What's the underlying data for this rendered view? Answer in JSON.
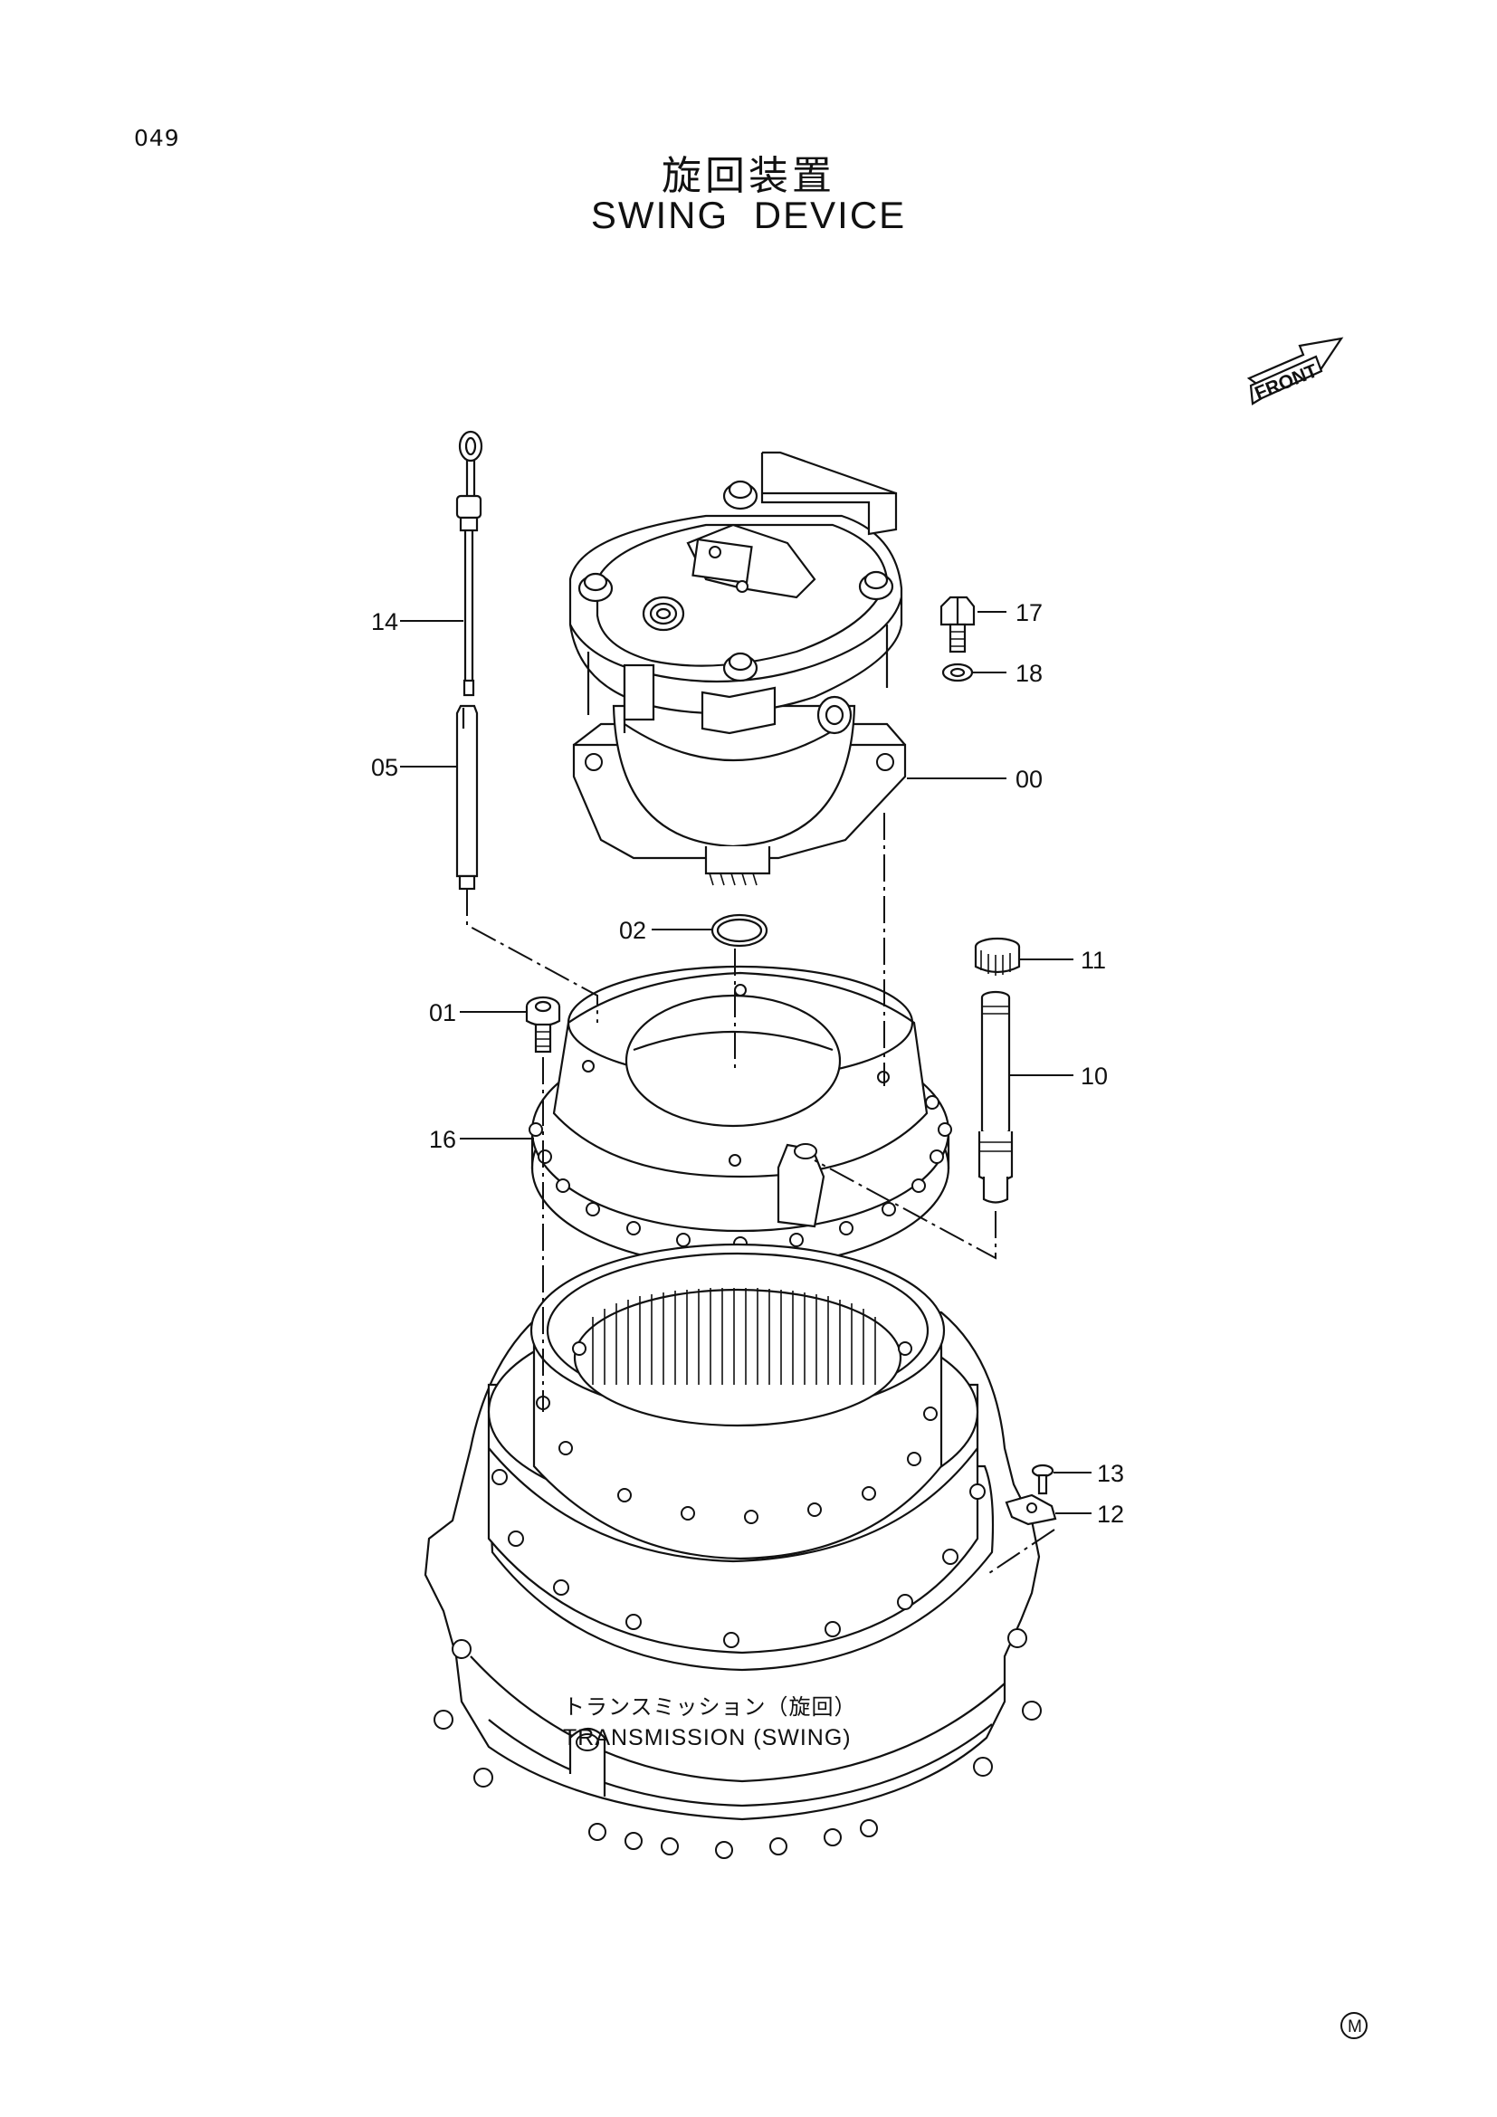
{
  "page": {
    "number": "049"
  },
  "title": {
    "japanese": "旋回装置",
    "english": "SWING DEVICE"
  },
  "front_indicator": {
    "label": "FRONT"
  },
  "transmission_label": {
    "japanese": "トランスミッション（旋回）",
    "english": "TRANSMISSION (SWING)"
  },
  "callouts": [
    {
      "id": "14",
      "label": "14"
    },
    {
      "id": "05",
      "label": "05"
    },
    {
      "id": "17",
      "label": "17"
    },
    {
      "id": "18",
      "label": "18"
    },
    {
      "id": "00",
      "label": "00"
    },
    {
      "id": "02",
      "label": "02"
    },
    {
      "id": "11",
      "label": "11"
    },
    {
      "id": "01",
      "label": "01"
    },
    {
      "id": "10",
      "label": "10"
    },
    {
      "id": "16",
      "label": "16"
    },
    {
      "id": "13",
      "label": "13"
    },
    {
      "id": "12",
      "label": "12"
    }
  ],
  "corner_mark": {
    "label": "M"
  }
}
